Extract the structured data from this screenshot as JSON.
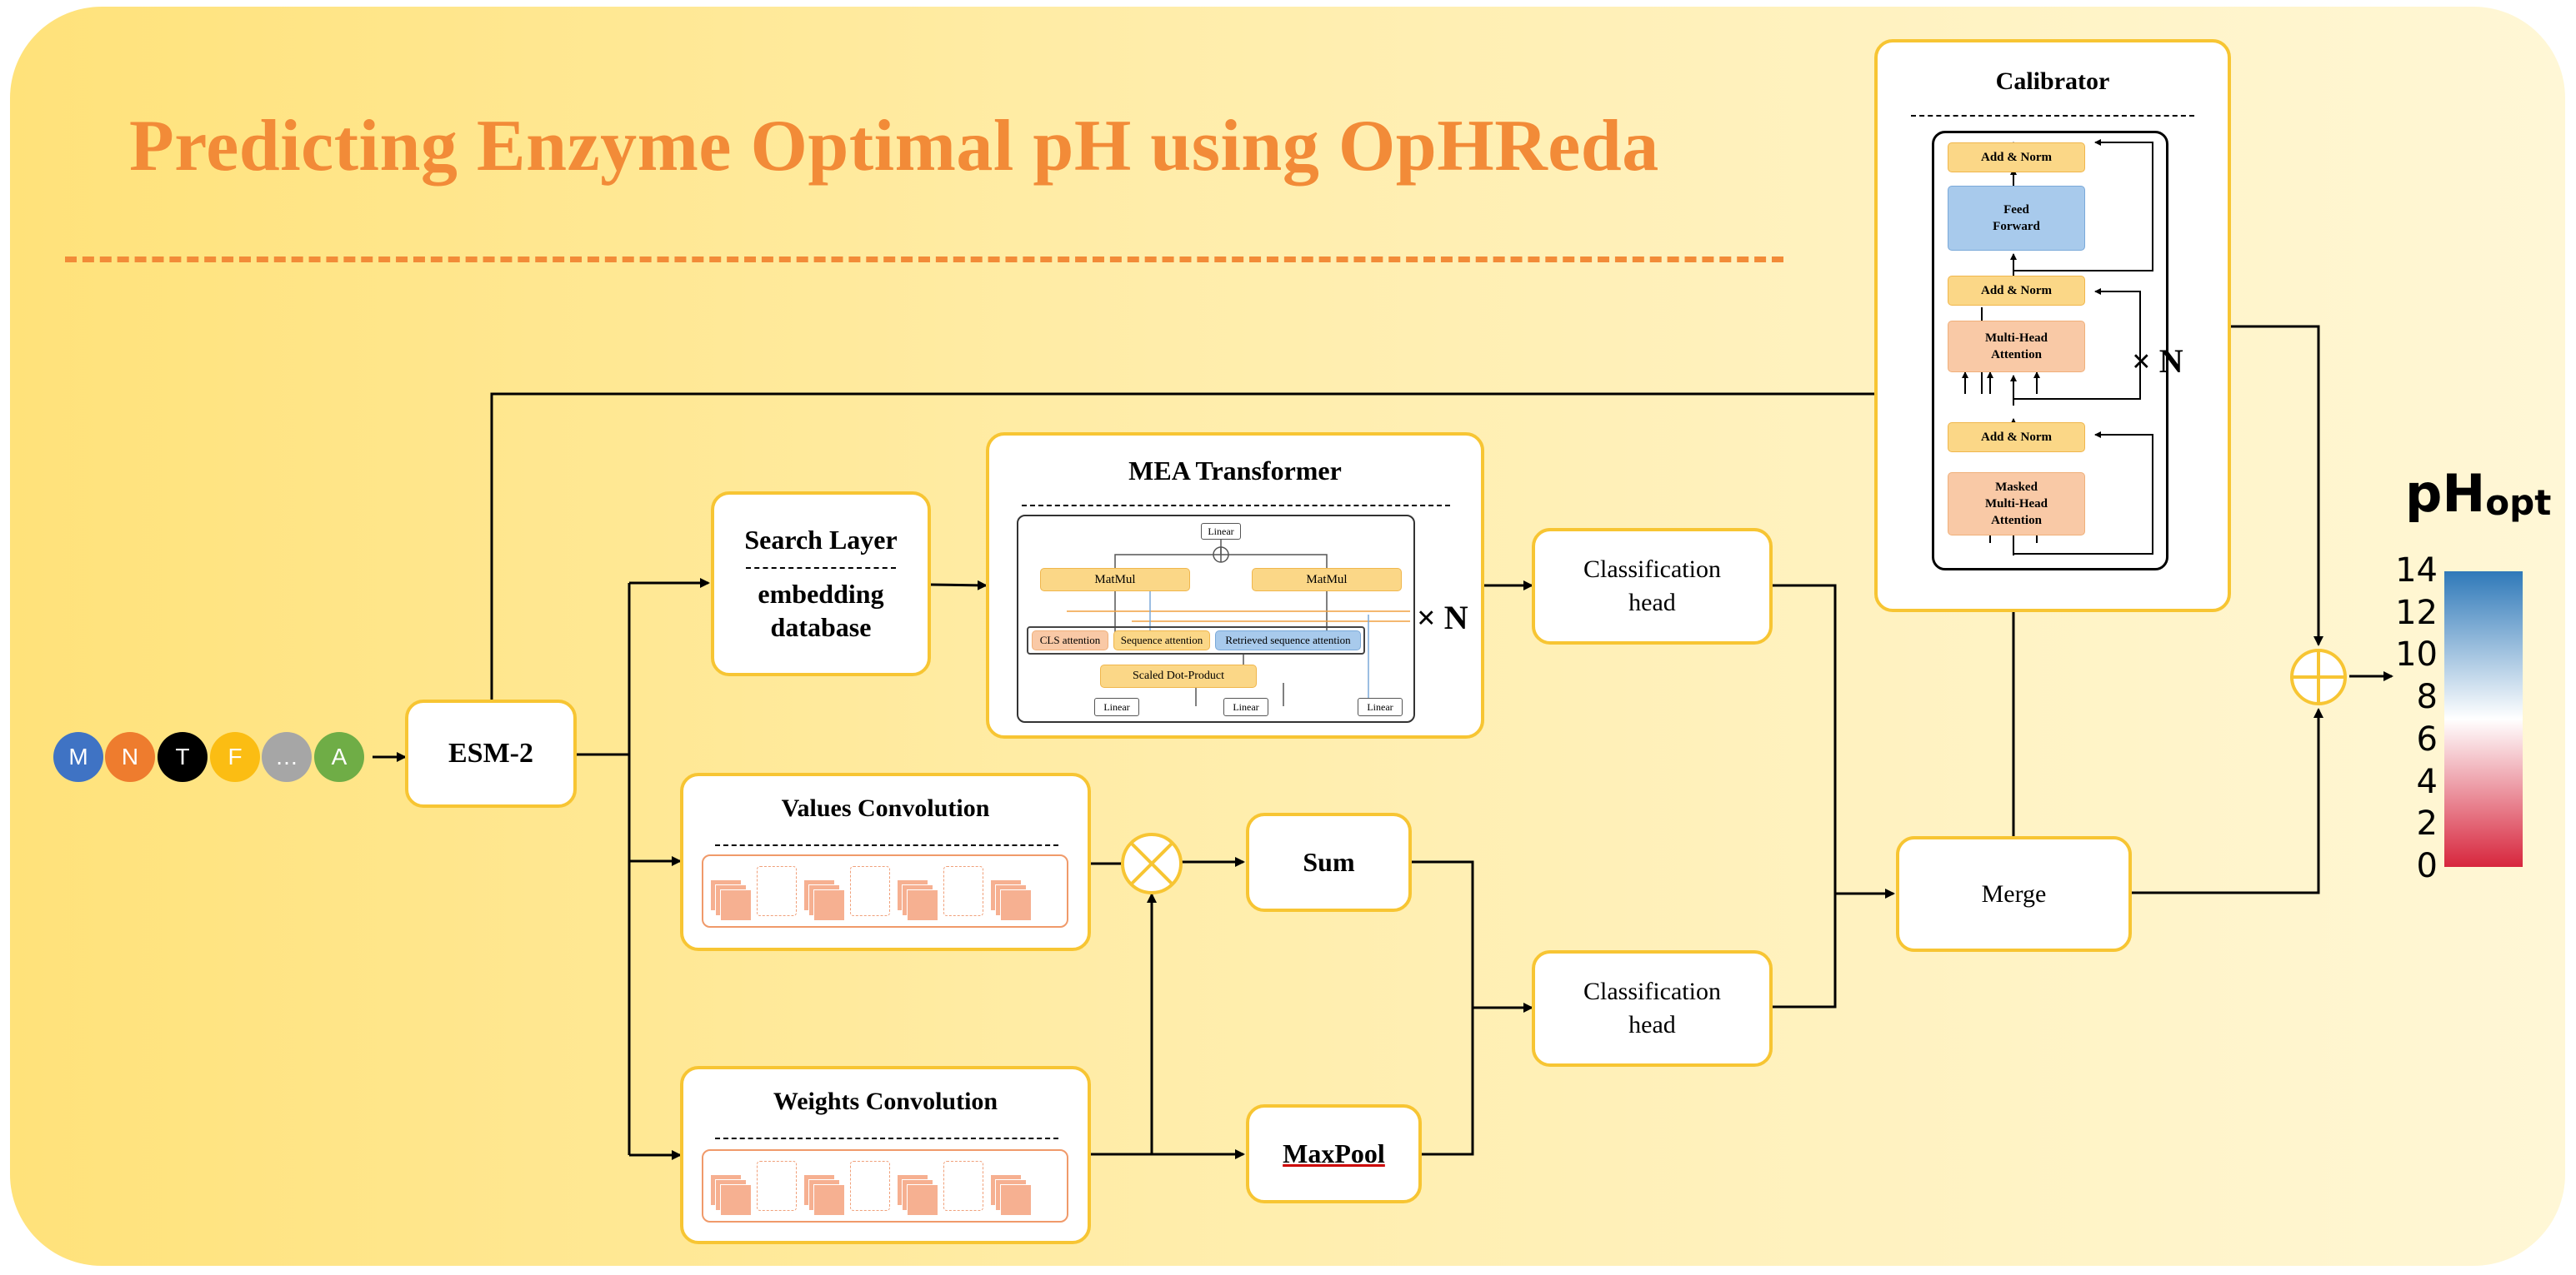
{
  "title": "Predicting Enzyme Optimal pH using OpHReda",
  "input_tokens": [
    {
      "label": "M",
      "color": "#3f73c4"
    },
    {
      "label": "N",
      "color": "#ee7c2e"
    },
    {
      "label": "T",
      "color": "#000000"
    },
    {
      "label": "F",
      "color": "#fbbd13"
    },
    {
      "label": "…",
      "color": "#a6a6a6"
    },
    {
      "label": "A",
      "color": "#6fad46"
    }
  ],
  "esm": "ESM-2",
  "search_layer": {
    "title": "Search Layer",
    "line1": "embedding",
    "line2": "database"
  },
  "mea": {
    "title": "MEA Transformer",
    "times_n": "× N",
    "linear_top": "Linear",
    "matmul_left": "MatMul",
    "matmul_right": "MatMul",
    "cls_attention": "CLS attention",
    "sequence_attention": "Sequence attention",
    "retrieved_attention": "Retrieved sequence attention",
    "scaled_dot": "Scaled Dot-Product",
    "linear_1": "Linear",
    "linear_2": "Linear",
    "linear_3": "Linear"
  },
  "values_conv": {
    "title": "Values Convolution"
  },
  "weights_conv": {
    "title": "Weights Convolution"
  },
  "sum": "Sum",
  "maxpool": "MaxPool",
  "class_head_1": {
    "line1": "Classification",
    "line2": "head"
  },
  "class_head_2": {
    "line1": "Classification",
    "line2": "head"
  },
  "merge": "Merge",
  "calibrator": {
    "title": "Calibrator",
    "times_n": "× N",
    "add_norm_1": "Add & Norm",
    "feed_forward_1": "Feed",
    "feed_forward_2": "Forward",
    "add_norm_2": "Add & Norm",
    "mha_1": "Multi-Head",
    "mha_2": "Attention",
    "add_norm_3": "Add & Norm",
    "mmha_1": "Masked",
    "mmha_2": "Multi-Head",
    "mmha_3": "Attention"
  },
  "ph_label": {
    "main": "pH",
    "sub": "opt"
  },
  "colorbar": {
    "ticks": [
      "14",
      "12",
      "10",
      "8",
      "6",
      "4",
      "2",
      "0"
    ],
    "min": 0,
    "max": 14,
    "low_color": "#d7263d",
    "mid_color": "#ffffff",
    "high_color": "#2f79b9"
  },
  "colors": {
    "accent_orange": "#f28b38",
    "box_border": "#f7c533"
  }
}
